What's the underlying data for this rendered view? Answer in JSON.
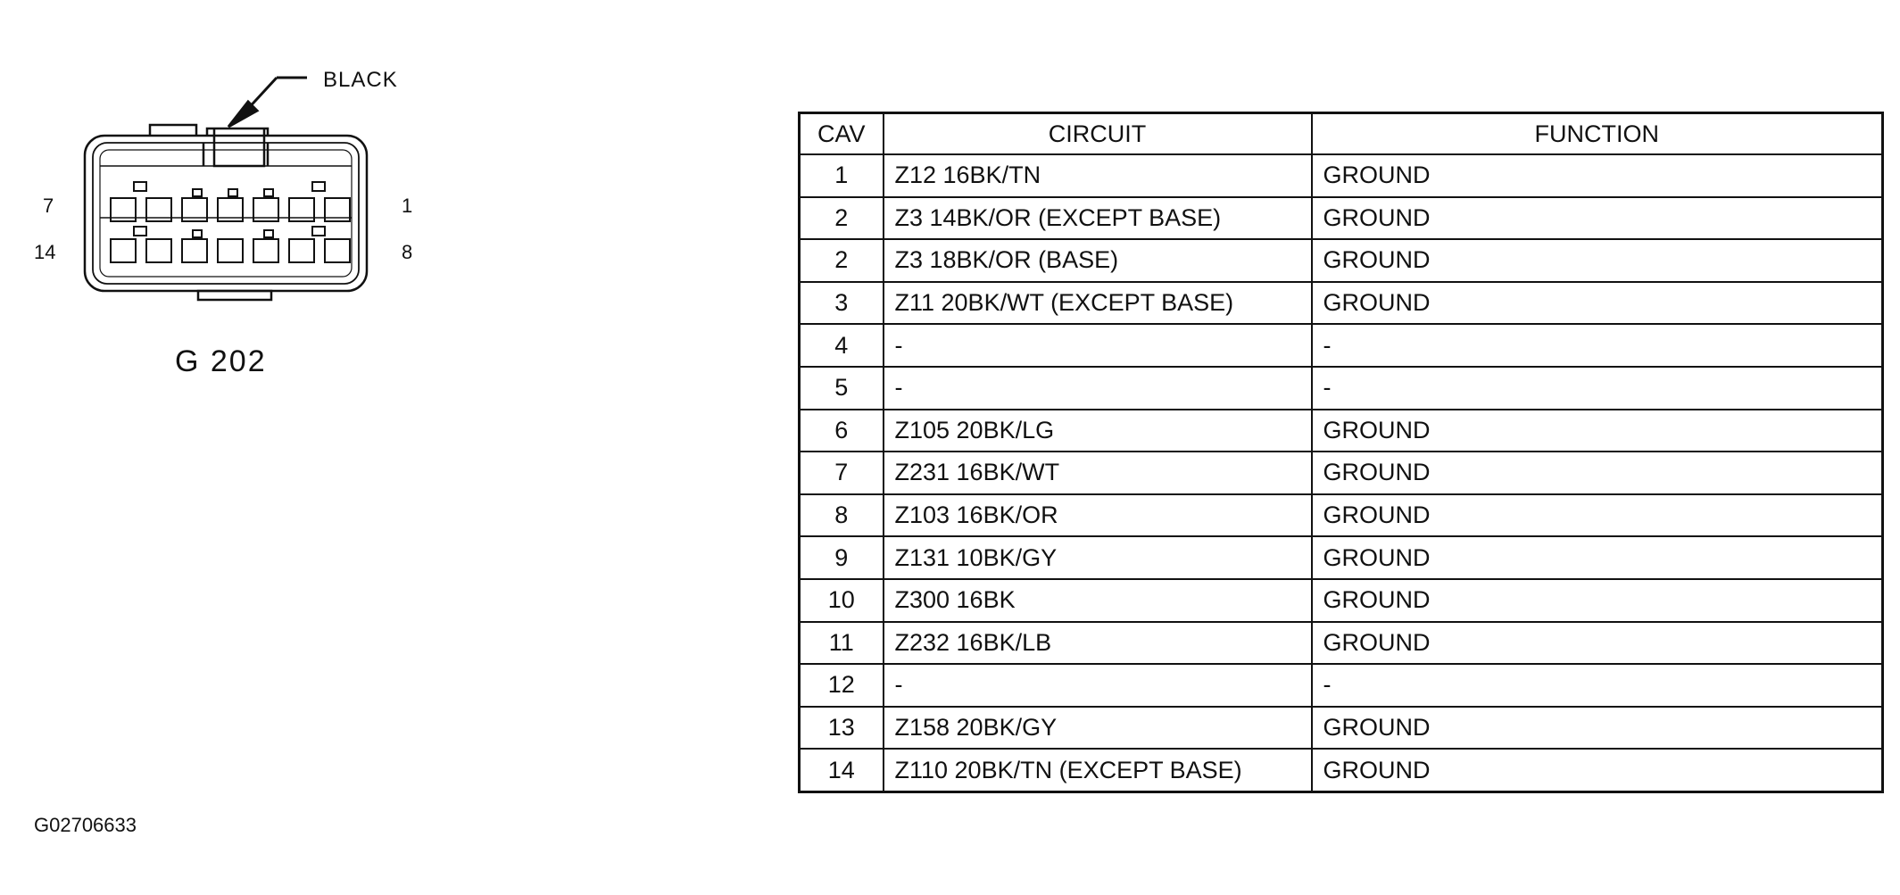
{
  "connector": {
    "color_label": "BLACK",
    "name": "G 202",
    "pin_labels": {
      "top_left": "7",
      "top_right": "1",
      "bottom_left": "14",
      "bottom_right": "8"
    }
  },
  "table": {
    "headers": [
      "CAV",
      "CIRCUIT",
      "FUNCTION"
    ],
    "rows": [
      {
        "cav": "1",
        "circuit": "Z12 16BK/TN",
        "function": "GROUND"
      },
      {
        "cav": "2",
        "circuit": "Z3 14BK/OR (EXCEPT BASE)",
        "function": "GROUND"
      },
      {
        "cav": "2",
        "circuit": "Z3 18BK/OR (BASE)",
        "function": "GROUND"
      },
      {
        "cav": "3",
        "circuit": "Z11 20BK/WT (EXCEPT BASE)",
        "function": "GROUND"
      },
      {
        "cav": "4",
        "circuit": "-",
        "function": "-"
      },
      {
        "cav": "5",
        "circuit": "-",
        "function": "-"
      },
      {
        "cav": "6",
        "circuit": "Z105 20BK/LG",
        "function": "GROUND"
      },
      {
        "cav": "7",
        "circuit": "Z231 16BK/WT",
        "function": "GROUND"
      },
      {
        "cav": "8",
        "circuit": "Z103 16BK/OR",
        "function": "GROUND"
      },
      {
        "cav": "9",
        "circuit": "Z131 10BK/GY",
        "function": "GROUND"
      },
      {
        "cav": "10",
        "circuit": "Z300 16BK",
        "function": "GROUND"
      },
      {
        "cav": "11",
        "circuit": "Z232 16BK/LB",
        "function": "GROUND"
      },
      {
        "cav": "12",
        "circuit": "-",
        "function": "-"
      },
      {
        "cav": "13",
        "circuit": "Z158 20BK/GY",
        "function": "GROUND"
      },
      {
        "cav": "14",
        "circuit": "Z110 20BK/TN (EXCEPT BASE)",
        "function": "GROUND"
      }
    ]
  },
  "figure_id": "G02706633"
}
